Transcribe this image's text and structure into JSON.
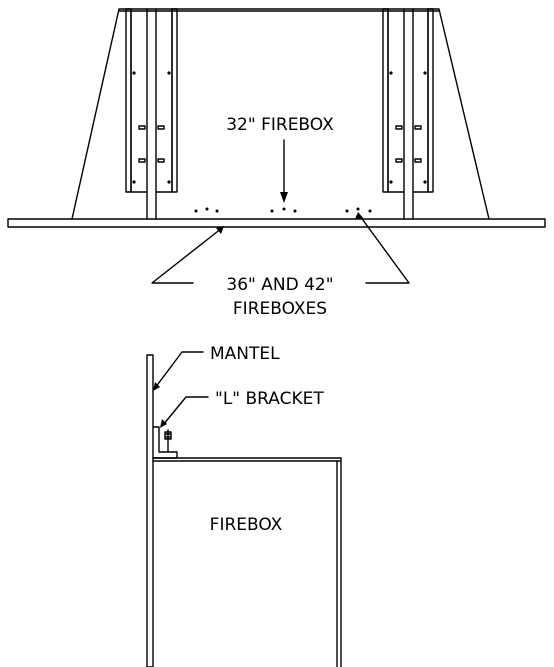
{
  "labels": {
    "firebox_32": "32\" FIREBOX",
    "firebox_36_42_line1": "36\" AND 42\"",
    "firebox_36_42_line2": "FIREBOXES",
    "mantel": "MANTEL",
    "l_bracket": "\"L\" BRACKET",
    "firebox": "FIREBOX"
  }
}
